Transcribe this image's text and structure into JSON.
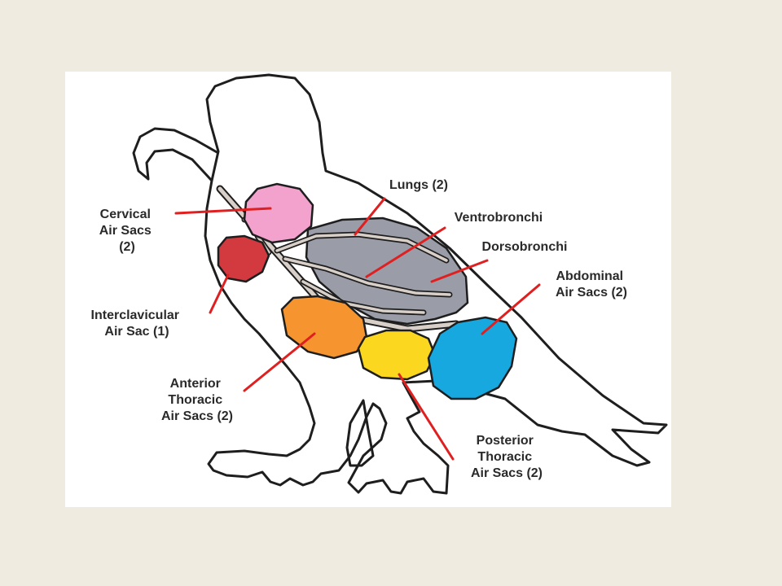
{
  "colors": {
    "background": "#efebe1",
    "panel": "#ffffff",
    "outline": "#1e1e1e",
    "leader": "#e02020",
    "lungs": "#9a9ca8",
    "cervical": "#f2a2cc",
    "interclavicular": "#d23a40",
    "anterior_thoracic": "#f6952f",
    "posterior_thoracic": "#fbd81f",
    "abdominal": "#16a8de",
    "airways": "#d8cfc8"
  },
  "labels": {
    "cervical": [
      "Cervical",
      "Air Sacs",
      "(2)"
    ],
    "interclavicular": [
      "Interclavicular",
      "Air Sac (1)"
    ],
    "anterior_thoracic": [
      "Anterior",
      "Thoracic",
      "Air Sacs (2)"
    ],
    "lungs": [
      "Lungs (2)"
    ],
    "ventrobronchi": [
      "Ventrobronchi"
    ],
    "dorsobronchi": [
      "Dorsobronchi"
    ],
    "abdominal": [
      "Abdominal",
      "Air Sacs (2)"
    ],
    "posterior_thoracic": [
      "Posterior",
      "Thoracic",
      "Air Sacs (2)"
    ]
  }
}
